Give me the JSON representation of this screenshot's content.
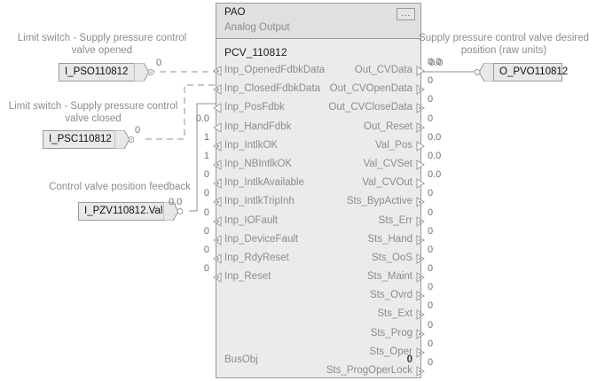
{
  "block": {
    "title": "PAO",
    "subtitle": "Analog Output",
    "instance": "PCV_110812",
    "menu_label": "...",
    "busobj": {
      "label": "BusObj",
      "value": "0"
    },
    "inputs": [
      {
        "label": "Inp_OpenedFdbkData",
        "value": "",
        "pin": "dot"
      },
      {
        "label": "Inp_ClosedFdbkData",
        "value": "",
        "pin": "dot"
      },
      {
        "label": "Inp_PosFdbk",
        "value": "",
        "pin": "plain"
      },
      {
        "label": "Inp_HandFdbk",
        "value": "0.0",
        "pin": "plain"
      },
      {
        "label": "Inp_IntlkOK",
        "value": "1",
        "pin": "dot"
      },
      {
        "label": "Inp_NBIntlkOK",
        "value": "1",
        "pin": "dot"
      },
      {
        "label": "Inp_IntlkAvailable",
        "value": "0",
        "pin": "dot"
      },
      {
        "label": "Inp_IntlkTripInh",
        "value": "0",
        "pin": "dot"
      },
      {
        "label": "Inp_IOFault",
        "value": "0",
        "pin": "dot"
      },
      {
        "label": "Inp_DeviceFault",
        "value": "0",
        "pin": "dot"
      },
      {
        "label": "Inp_RdyReset",
        "value": "0",
        "pin": "dot"
      },
      {
        "label": "Inp_Reset",
        "value": "0",
        "pin": "dot"
      }
    ],
    "outputs": [
      {
        "label": "Out_CVData",
        "value": "0.0",
        "pin": "plain"
      },
      {
        "label": "Out_CVOpenData",
        "value": "0",
        "pin": "dot"
      },
      {
        "label": "Out_CVCloseData",
        "value": "0",
        "pin": "dot"
      },
      {
        "label": "Out_Reset",
        "value": "0",
        "pin": "dot"
      },
      {
        "label": "Val_Pos",
        "value": "0.0",
        "pin": "plain"
      },
      {
        "label": "Val_CVSet",
        "value": "0.0",
        "pin": "plain"
      },
      {
        "label": "Val_CVOut",
        "value": "0.0",
        "pin": "plain"
      },
      {
        "label": "Sts_BypActive",
        "value": "0",
        "pin": "dot"
      },
      {
        "label": "Sts_Err",
        "value": "0",
        "pin": "dot"
      },
      {
        "label": "Sts_Hand",
        "value": "0",
        "pin": "dot"
      },
      {
        "label": "Sts_OoS",
        "value": "0",
        "pin": "dot"
      },
      {
        "label": "Sts_Maint",
        "value": "0",
        "pin": "dot"
      },
      {
        "label": "Sts_Ovrd",
        "value": "0",
        "pin": "dot"
      },
      {
        "label": "Sts_Ext",
        "value": "0",
        "pin": "dot"
      },
      {
        "label": "Sts_Prog",
        "value": "0",
        "pin": "dot"
      },
      {
        "label": "Sts_Oper",
        "value": "0",
        "pin": "dot"
      },
      {
        "label": "Sts_ProgOperLock",
        "value": "0",
        "pin": "dot"
      }
    ]
  },
  "tags": {
    "pso": {
      "note": "Limit switch - Supply pressure control\nvalve opened",
      "name": "I_PSO110812",
      "wire_value": "0"
    },
    "psc": {
      "note": "Limit switch - Supply pressure control\nvalve closed",
      "name": "I_PSC110812",
      "wire_value": "0"
    },
    "pzv": {
      "note": "Control valve position feedback",
      "name": "I_PZV110812.Val",
      "wire_value": "0.0"
    },
    "pvo": {
      "note": "Supply pressure control valve desired\nposition (raw units)",
      "name": "O_PVO110812",
      "wire_value": "0.0"
    }
  },
  "colors": {
    "block_bg": "#ebebeb",
    "header_bg": "#e0e0e0",
    "border": "#9a9a9a",
    "label_text": "#8c8c8c",
    "value_text": "#6f6f6f",
    "tag_text": "#111111",
    "wire": "#808080"
  }
}
